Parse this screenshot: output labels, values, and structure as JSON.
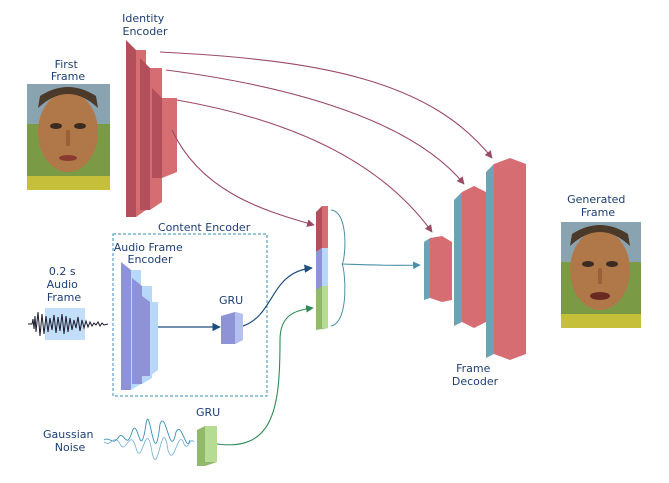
{
  "labels": {
    "identity_encoder": [
      "Identity",
      "Encoder"
    ],
    "first_frame": [
      "First",
      "Frame"
    ],
    "content_encoder": "Content Encoder",
    "audio_frame_encoder": [
      "Audio Frame",
      "Encoder"
    ],
    "gru_audio": "GRU",
    "audio_frame": [
      "0.2 s",
      "Audio",
      "Frame"
    ],
    "gaussian_noise": [
      "Gaussian",
      "Noise"
    ],
    "gru_noise": "GRU",
    "frame_decoder": [
      "Frame",
      "Decoder"
    ],
    "generated_frame": [
      "Generated",
      "Frame"
    ]
  },
  "colors": {
    "identity_block": "#d56d73",
    "decoder_side": "#6fa3b4",
    "audio_block": "#b8d8f7",
    "gru_audio": "#8e93d8",
    "gru_noise": "#b6dc94",
    "arrow_red": "#9b4a66",
    "arrow_blue": "#1f4e7e",
    "arrow_green": "#2e8b57",
    "text": "#1d3f74"
  }
}
